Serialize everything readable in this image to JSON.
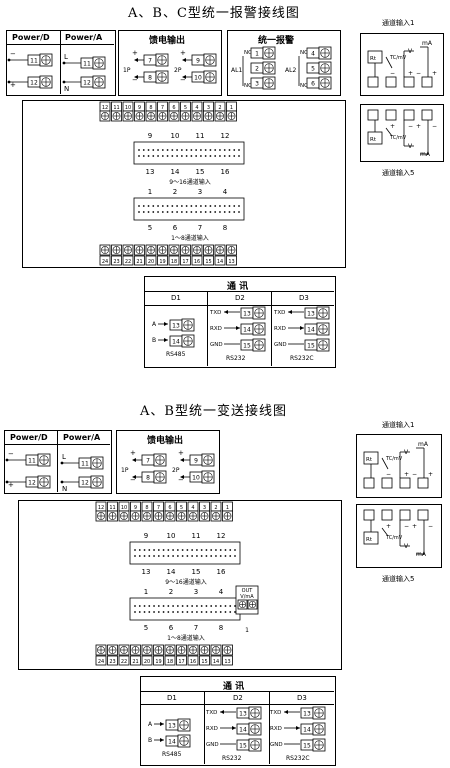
{
  "titles": {
    "top": "A、B、C型统一报警接线图",
    "bottom": "A、B型统一变送接线图"
  },
  "labels": {
    "power_d": "Power/D",
    "power_a": "Power/A",
    "feed": "馈电输出",
    "alarm": "统一报警",
    "comm": "通  讯",
    "ch1_input": "通道输入1",
    "ch5_input": "通道输入5",
    "ch9_16": "9～16通道输入",
    "ch1_8": "1～8通道输入",
    "d1": "D1",
    "d2": "D2",
    "d3": "D3",
    "rs485": "RS485",
    "rs232": "RS232",
    "rs232c": "RS232C",
    "txd": "TXD",
    "rxd": "RXD",
    "gnd": "GND",
    "a": "A",
    "b": "B",
    "L": "L",
    "N": "N",
    "minus": "−",
    "plus": "+",
    "p1": "1P",
    "p2": "2P",
    "al1": "AL1",
    "al2": "AL2",
    "no": "NO",
    "nc": "NC",
    "out": "OUT",
    "vma": "V/mA",
    "one": "1",
    "rt": "Rt",
    "tcmv": "TC/mV",
    "v": "V",
    "ma": "mA"
  },
  "terminals": {
    "t11": "11",
    "t12": "12",
    "t7": "7",
    "t8": "8",
    "t9": "9",
    "t10": "10",
    "t1": "1",
    "t2": "2",
    "t3": "3",
    "t4": "4",
    "t5": "5",
    "t6": "6",
    "t13": "13",
    "t14": "14",
    "t15": "15"
  },
  "connector_top_row": [
    "12",
    "11",
    "10",
    "9",
    "8",
    "7",
    "6",
    "5",
    "4",
    "3",
    "2",
    "1"
  ],
  "connector_bottom_row": [
    "24",
    "23",
    "22",
    "21",
    "20",
    "19",
    "18",
    "17",
    "16",
    "15",
    "14",
    "13"
  ],
  "upper_block_numbers": [
    "9",
    "10",
    "11",
    "12"
  ],
  "upper_block_numbers_bottom": [
    "13",
    "14",
    "15",
    "16"
  ],
  "lower_block_numbers": [
    "1",
    "2",
    "3",
    "4"
  ],
  "lower_block_numbers_bottom": [
    "5",
    "6",
    "7",
    "8"
  ]
}
